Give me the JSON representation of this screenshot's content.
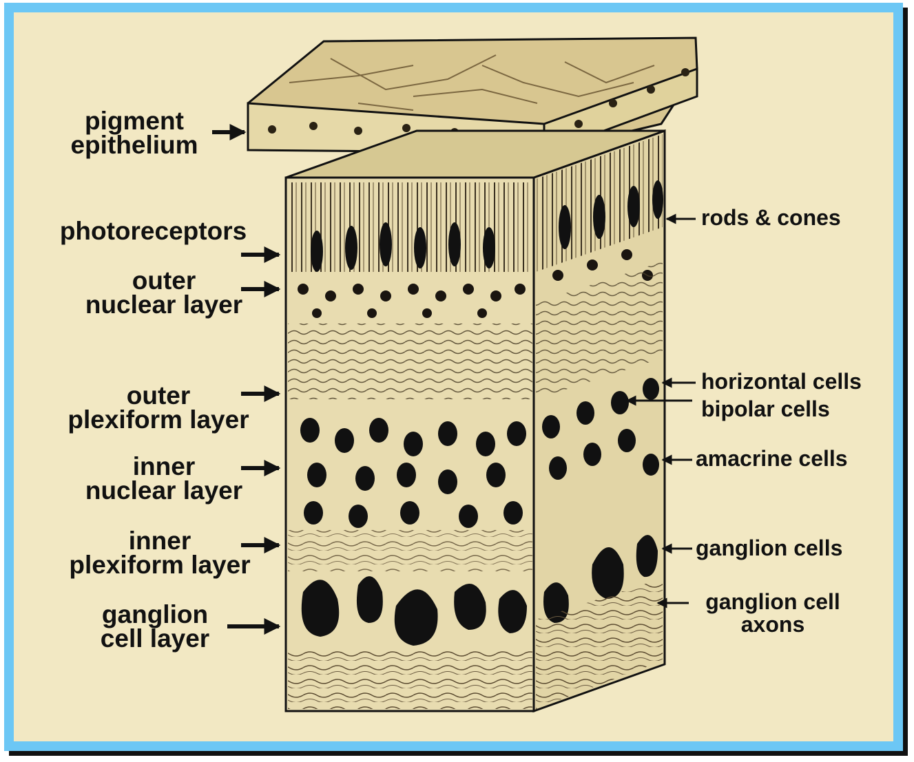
{
  "colors": {
    "border": "#6cc7f5",
    "background": "#f2e8c3",
    "ink": "#111111",
    "tissue": "#e8dcb0",
    "epithelium": "#d8c690"
  },
  "labels_left": {
    "pigment_epithelium": [
      "pigment",
      "epithelium"
    ],
    "photoreceptors": [
      "photoreceptors"
    ],
    "outer_nuclear_layer": [
      "outer",
      "nuclear layer"
    ],
    "outer_plexiform_layer": [
      "outer",
      "plexiform layer"
    ],
    "inner_nuclear_layer": [
      "inner",
      "nuclear layer"
    ],
    "inner_plexiform_layer": [
      "inner",
      "plexiform layer"
    ],
    "ganglion_cell_layer": [
      "ganglion",
      "cell layer"
    ]
  },
  "labels_right": {
    "rods_cones": "rods & cones",
    "horizontal_cells": "horizontal cells",
    "bipolar_cells": "bipolar cells",
    "amacrine_cells": "amacrine cells",
    "ganglion_cells": "ganglion cells",
    "ganglion_cell_axons": [
      "ganglion cell",
      "axons"
    ]
  }
}
